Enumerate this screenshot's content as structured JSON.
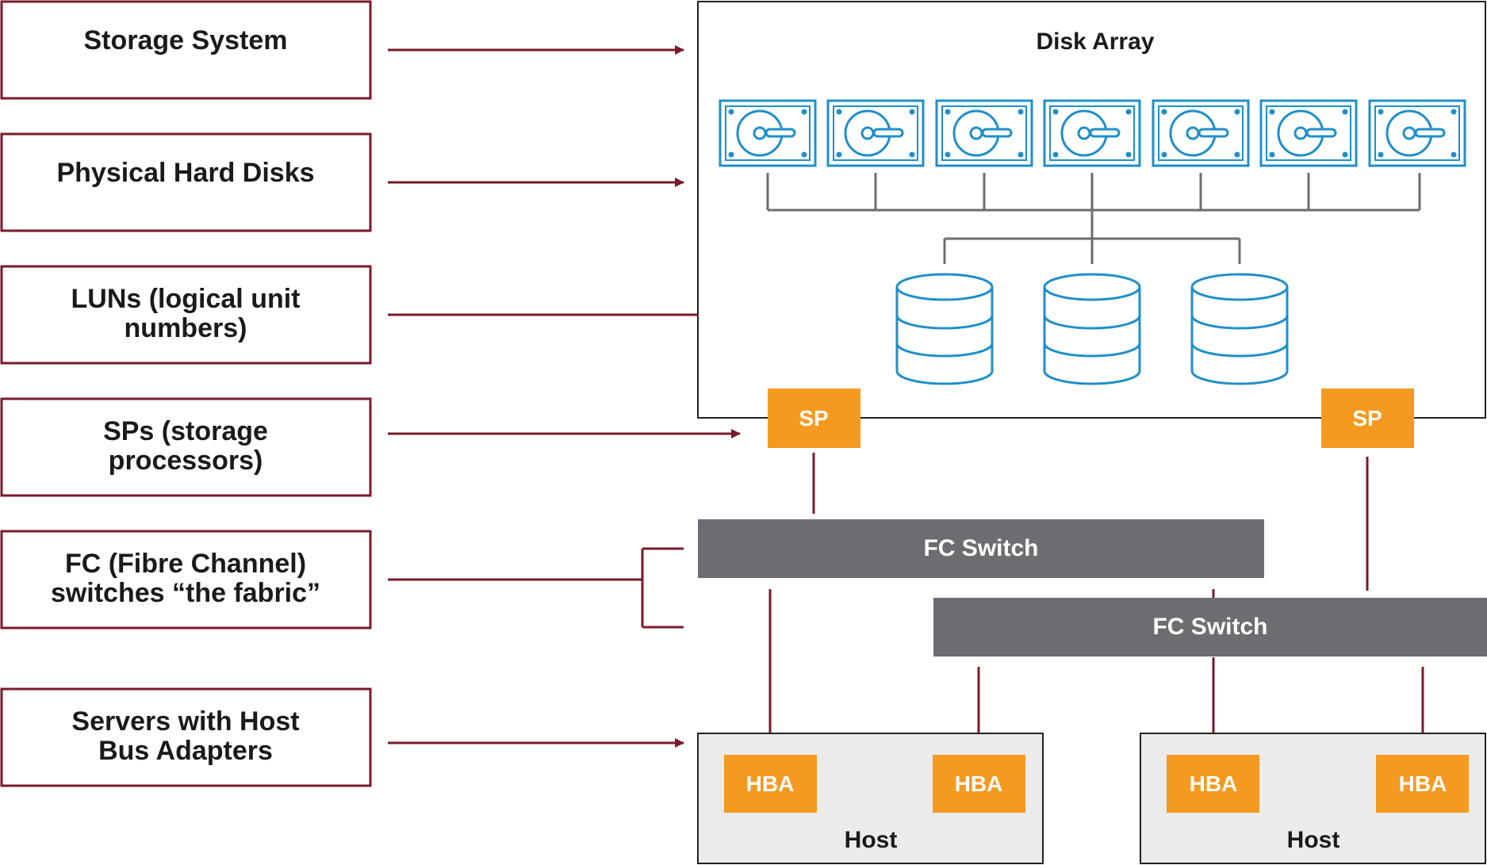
{
  "labels": {
    "storage_system": [
      "Storage System"
    ],
    "physical_disks": [
      "Physical Hard Disks"
    ],
    "luns": [
      "LUNs (logical unit",
      "numbers)"
    ],
    "sps": [
      "SPs (storage",
      "processors)"
    ],
    "fc": [
      "FC (Fibre Channel)",
      "switches “the fabric”"
    ],
    "servers": [
      "Servers with Host",
      "Bus Adapters"
    ]
  },
  "disk_array": {
    "title": "Disk Array",
    "disk_count": 7,
    "lun_count": 3
  },
  "storage_processors": [
    "SP",
    "SP"
  ],
  "fc_switches": [
    "FC Switch",
    "FC Switch"
  ],
  "hosts": [
    {
      "name": "Host",
      "hbas": [
        "HBA",
        "HBA"
      ]
    },
    {
      "name": "Host",
      "hbas": [
        "HBA",
        "HBA"
      ]
    }
  ],
  "colors": {
    "label_border": "#7a1a2e",
    "arrow": "#7a1a2e",
    "disk_icon": "#1f8fc9",
    "sp_hba": "#f59a20",
    "switch": "#6b6d70",
    "host_bg": "#ebebeb",
    "connector": "#6b6d70"
  }
}
